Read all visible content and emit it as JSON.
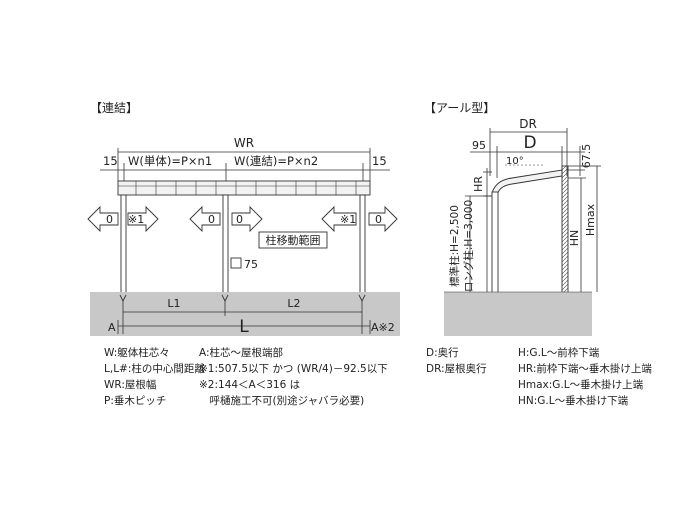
{
  "left": {
    "heading": "【連結】",
    "wr": "WR",
    "edge_left": "15",
    "edge_right": "15",
    "w_single": "W(単体)=P×n1",
    "w_linked": "W(連結)=P×n2",
    "zero": "0",
    "note1": "※1",
    "post_range": "柱移動範囲",
    "post_size": "75",
    "l1": "L1",
    "l2": "L2",
    "l": "L",
    "a_left": "A",
    "a_right": "A※2"
  },
  "right": {
    "heading": "【アール型】",
    "dr": "DR",
    "d": "D",
    "v95": "95",
    "v67": "67.5",
    "angle": "10°",
    "hr": "HR",
    "std_h": "標準柱:H=2,500",
    "long_h": "ロング柱:H=3,000",
    "hn": "HN",
    "hmax": "Hmax"
  },
  "legend": {
    "col1": [
      "W:躯体柱芯々",
      "L,L#:柱の中心間距離",
      "WR:屋根幅",
      "P:垂木ピッチ"
    ],
    "col2": [
      "A:柱芯～屋根端部",
      "※1:507.5以下 かつ (WR/4)－92.5以下",
      "※2:144＜A＜316 は",
      "　呼樋施工不可(別途ジャバラ必要)"
    ],
    "col3": [
      "D:奥行",
      "DR:屋根奥行"
    ],
    "col4": [
      "H:G.L～前枠下端",
      "HR:前枠下端～垂木掛け上端",
      "Hmax:G.L～垂木掛け上端",
      "HN:G.L～垂木掛け下端"
    ]
  },
  "colors": {
    "ground": "#c8c8c8",
    "line": "#333333",
    "beam": "#f2f2f2"
  }
}
